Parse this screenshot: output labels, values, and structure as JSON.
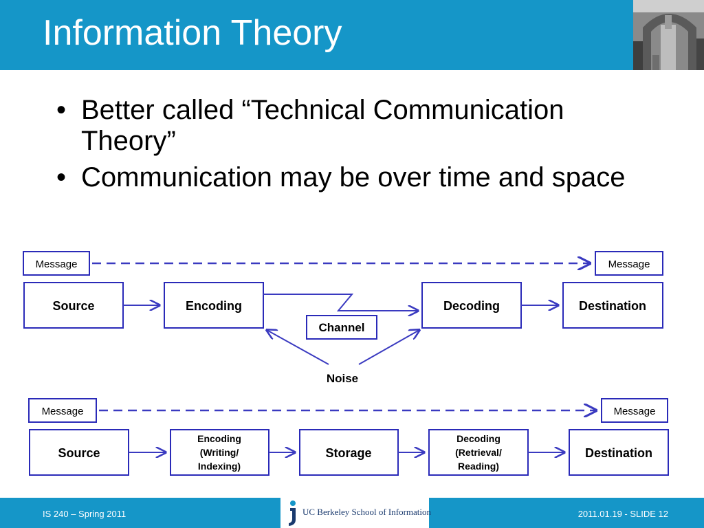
{
  "slide": {
    "title": "Information Theory",
    "bullets": [
      "Better called “Technical Communication Theory”",
      "Communication may be over time and space"
    ]
  },
  "diagram_top": {
    "message_left": "Message",
    "message_right": "Message",
    "source": "Source",
    "encoding": "Encoding",
    "channel": "Channel",
    "decoding": "Decoding",
    "destination": "Destination",
    "noise": "Noise"
  },
  "diagram_bottom": {
    "message_left": "Message",
    "message_right": "Message",
    "source": "Source",
    "encoding_lines": [
      "Encoding",
      "(Writing/",
      "Indexing)"
    ],
    "storage": "Storage",
    "decoding_lines": [
      "Decoding",
      "(Retrieval/",
      "Reading)"
    ],
    "destination": "Destination"
  },
  "footer": {
    "course": "IS 240 – Spring 2011",
    "logo_text": "UC Berkeley School of Information",
    "slide_label": "2011.01.19 - SLIDE 12"
  },
  "colors": {
    "header_blue": "#1596c8",
    "box_border": "#2a2ab8",
    "arrow": "#3a3ac0"
  }
}
